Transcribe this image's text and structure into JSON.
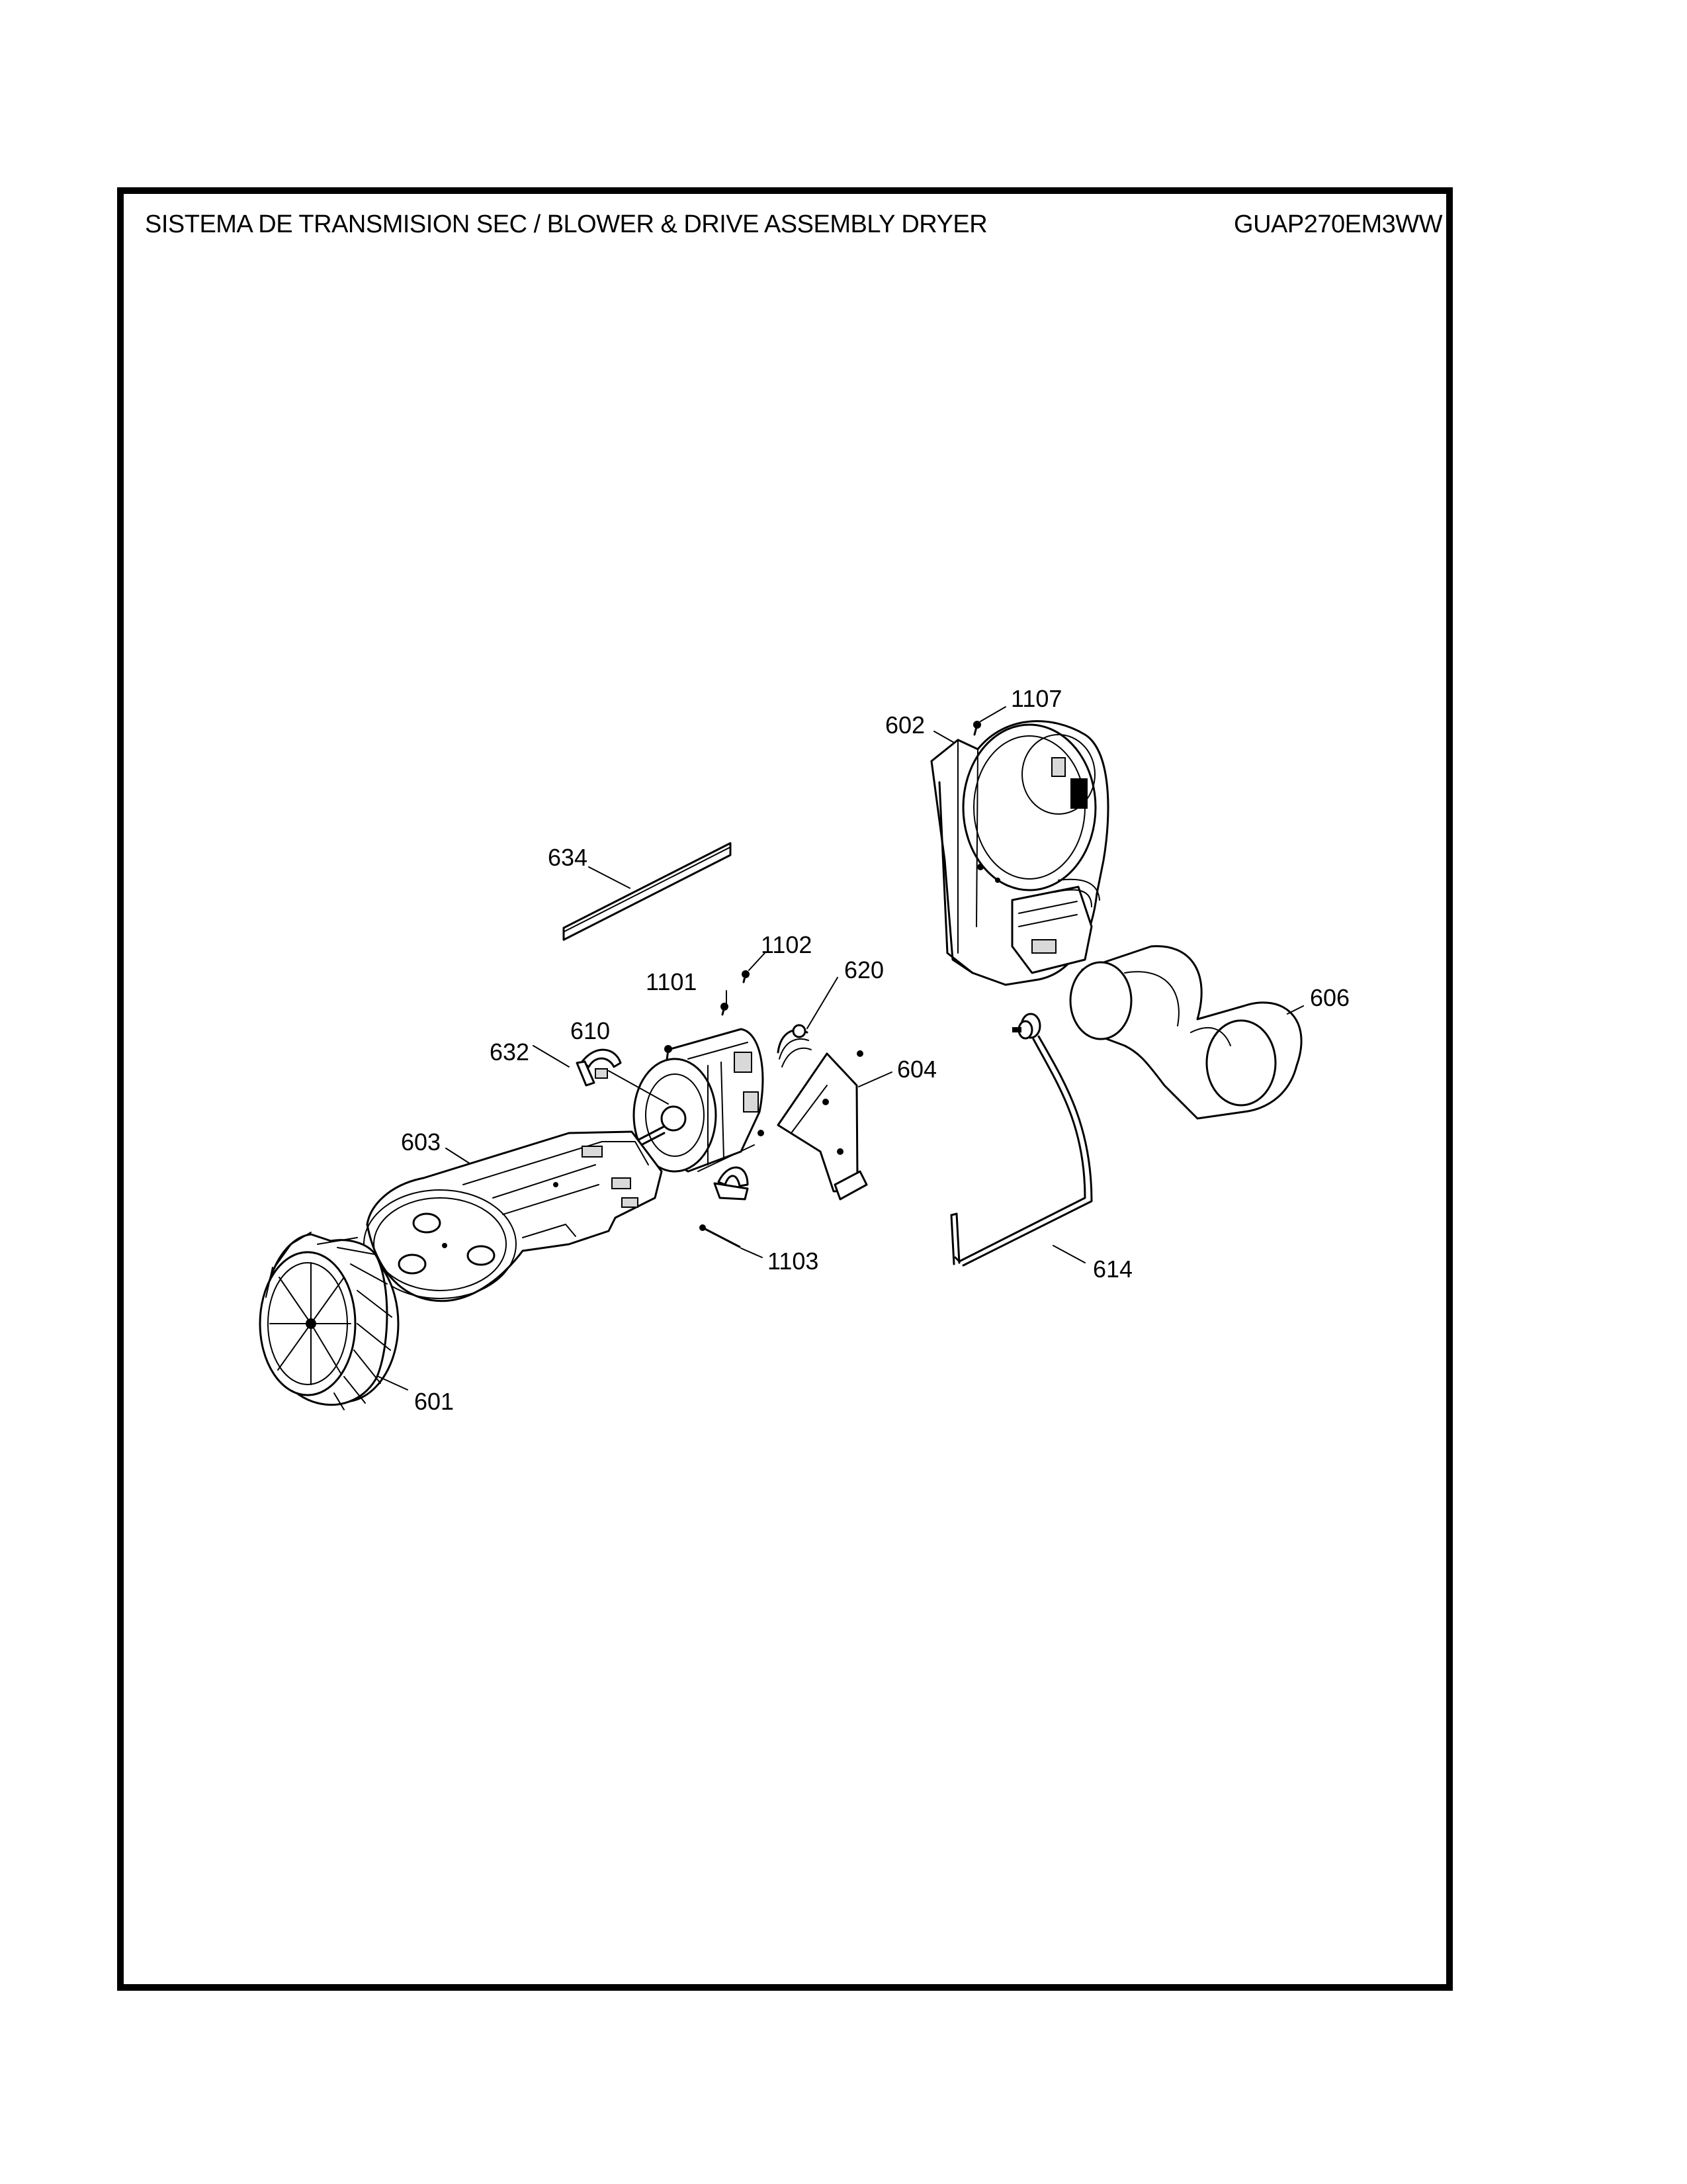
{
  "header": {
    "title": "SISTEMA DE TRANSMISION SEC / BLOWER & DRIVE ASSEMBLY DRYER",
    "model": "GUAP270EM3WW"
  },
  "callouts": [
    {
      "id": "1107",
      "text": "1107"
    },
    {
      "id": "602",
      "text": "602"
    },
    {
      "id": "634",
      "text": "634"
    },
    {
      "id": "1102",
      "text": "1102"
    },
    {
      "id": "620",
      "text": "620"
    },
    {
      "id": "1101",
      "text": "1101"
    },
    {
      "id": "606",
      "text": "606"
    },
    {
      "id": "610",
      "text": "610"
    },
    {
      "id": "632",
      "text": "632"
    },
    {
      "id": "604",
      "text": "604"
    },
    {
      "id": "603",
      "text": "603"
    },
    {
      "id": "1103",
      "text": "1103"
    },
    {
      "id": "614",
      "text": "614"
    },
    {
      "id": "601",
      "text": "601"
    }
  ]
}
